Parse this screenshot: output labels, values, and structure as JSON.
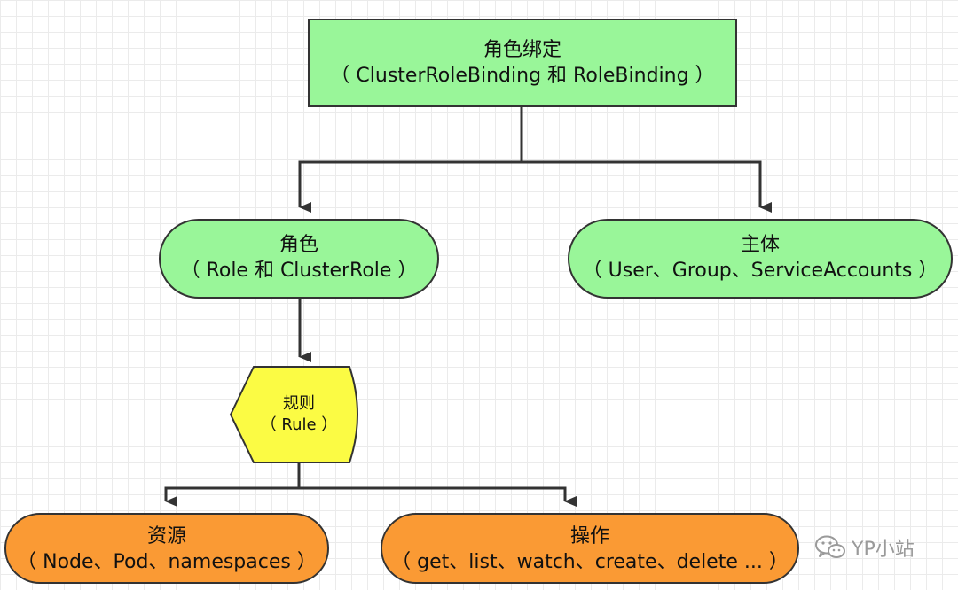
{
  "nodes": {
    "binding": {
      "title": "角色绑定",
      "subtitle": "（ ClusterRoleBinding 和 RoleBinding ）",
      "fill": "#99f699",
      "shape": "rectangle"
    },
    "role": {
      "title": "角色",
      "subtitle": "（ Role 和 ClusterRole ）",
      "fill": "#99f699",
      "shape": "rounded"
    },
    "subject": {
      "title": "主体",
      "subtitle": "（ User、Group、ServiceAccounts ）",
      "fill": "#99f699",
      "shape": "rounded"
    },
    "rule": {
      "title": "规则",
      "subtitle": "（ Rule ）",
      "fill": "#fbfb44",
      "shape": "display"
    },
    "resources": {
      "title": "资源",
      "subtitle": "（ Node、Pod、namespaces ）",
      "fill": "#fa9a34",
      "shape": "rounded"
    },
    "operations": {
      "title": "操作",
      "subtitle": "（ get、list、watch、create、delete ... ）",
      "fill": "#fa9a34",
      "shape": "rounded"
    }
  },
  "edges": [
    {
      "from": "binding",
      "to": "role"
    },
    {
      "from": "binding",
      "to": "subject"
    },
    {
      "from": "role",
      "to": "rule"
    },
    {
      "from": "rule",
      "to": "resources"
    },
    {
      "from": "rule",
      "to": "operations"
    }
  ],
  "watermark": {
    "text": "YP小站",
    "icon": "wechat-icon"
  },
  "colors": {
    "stroke": "#333333",
    "connector": "#333333",
    "watermark": "#9a9a9a"
  }
}
